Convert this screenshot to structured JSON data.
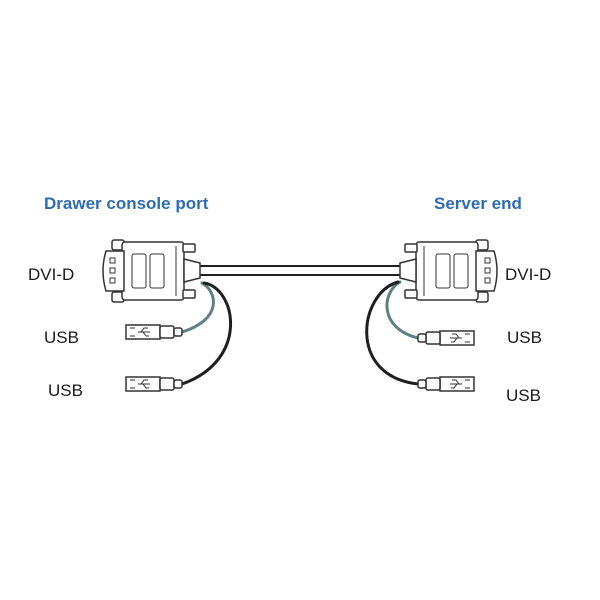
{
  "colors": {
    "heading": "#2e6db4",
    "text": "#1a1a1a",
    "cable": "#1f1f1f",
    "cable_inner": "#5e8083",
    "connector_outline": "#333333",
    "connector_fill": "#ffffff"
  },
  "left_end": {
    "heading": "Drawer console port",
    "dvi_label": "DVI-D",
    "usb_labels": [
      "USB",
      "USB"
    ]
  },
  "right_end": {
    "heading": "Server end",
    "dvi_label": "DVI-D",
    "usb_labels": [
      "USB",
      "USB"
    ]
  }
}
